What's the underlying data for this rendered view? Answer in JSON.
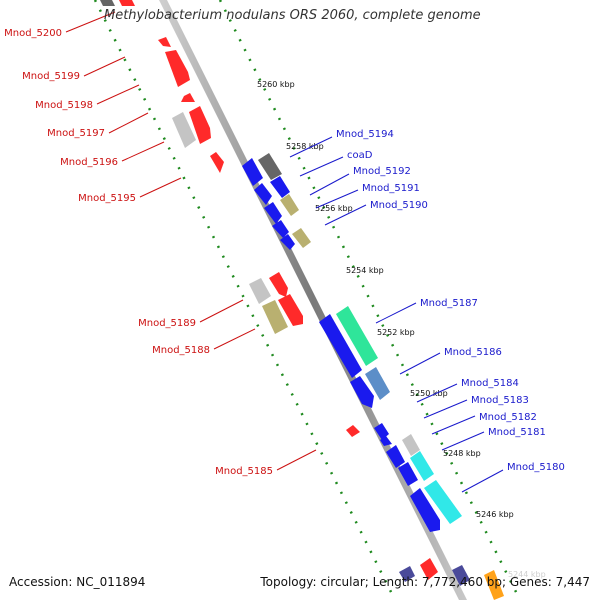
{
  "header": {
    "title": "Methylobacterium nodulans ORS 2060, complete genome"
  },
  "footer": {
    "accession": "Accession: NC_011894",
    "summary": "Topology: circular; Length: 7,772,460 bp; Genes: 7,447"
  },
  "colors": {
    "backbone": "#8c8c8c",
    "ticks": "#1f8a1f",
    "reverse_label": "#cc1111",
    "forward_label": "#1a1acc",
    "cds_red": "#ff2a2a",
    "cds_blue": "#1a1aee",
    "cds_grey": "#bbbbbb",
    "cds_dark": "#666666",
    "cds_olive": "#b9b070",
    "cds_green": "#2fe59a",
    "cds_cyan": "#30e8e8",
    "cds_steel": "#5c8ec8",
    "cds_orange": "#ffa21a"
  },
  "scale_labels": [
    "5260 kbp",
    "5258 kbp",
    "5256 kbp",
    "5254 kbp",
    "5252 kbp",
    "5250 kbp",
    "5248 kbp",
    "5246 kbp",
    "5244 kbp"
  ],
  "reverse_genes": [
    "Mnod_5200",
    "Mnod_5199",
    "Mnod_5198",
    "Mnod_5197",
    "Mnod_5196",
    "Mnod_5195",
    "Mnod_5189",
    "Mnod_5188",
    "Mnod_5185"
  ],
  "forward_genes": [
    "Mnod_5194",
    "coaD",
    "Mnod_5192",
    "Mnod_5191",
    "Mnod_5190",
    "Mnod_5187",
    "Mnod_5186",
    "Mnod_5184",
    "Mnod_5183",
    "Mnod_5182",
    "Mnod_5181",
    "Mnod_5180"
  ]
}
